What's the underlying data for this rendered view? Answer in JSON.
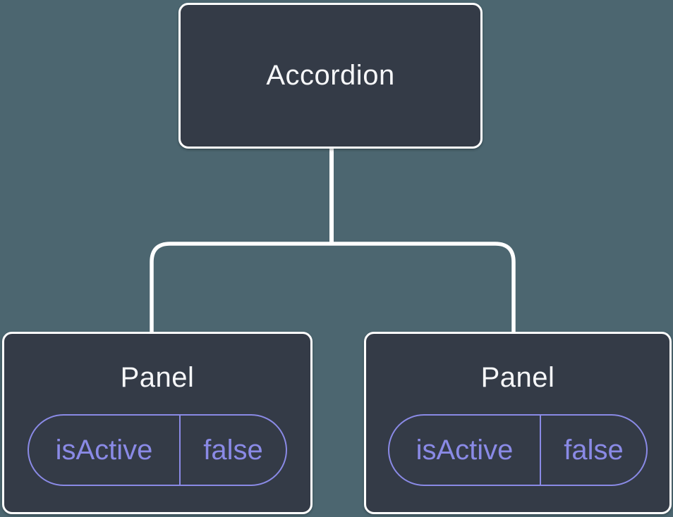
{
  "diagram": {
    "type": "component-tree",
    "tree": {
      "root": {
        "label": "Accordion"
      },
      "children": [
        {
          "label": "Panel",
          "state": {
            "key": "isActive",
            "value": "false"
          }
        },
        {
          "label": "Panel",
          "state": {
            "key": "isActive",
            "value": "false"
          }
        }
      ]
    }
  },
  "colors": {
    "background": "#4C6670",
    "node_fill": "#343B47",
    "node_border": "#FFFFFF",
    "node_text": "#F6F7F9",
    "connector": "#FFFFFF",
    "state_accent": "#8A8AE6"
  }
}
